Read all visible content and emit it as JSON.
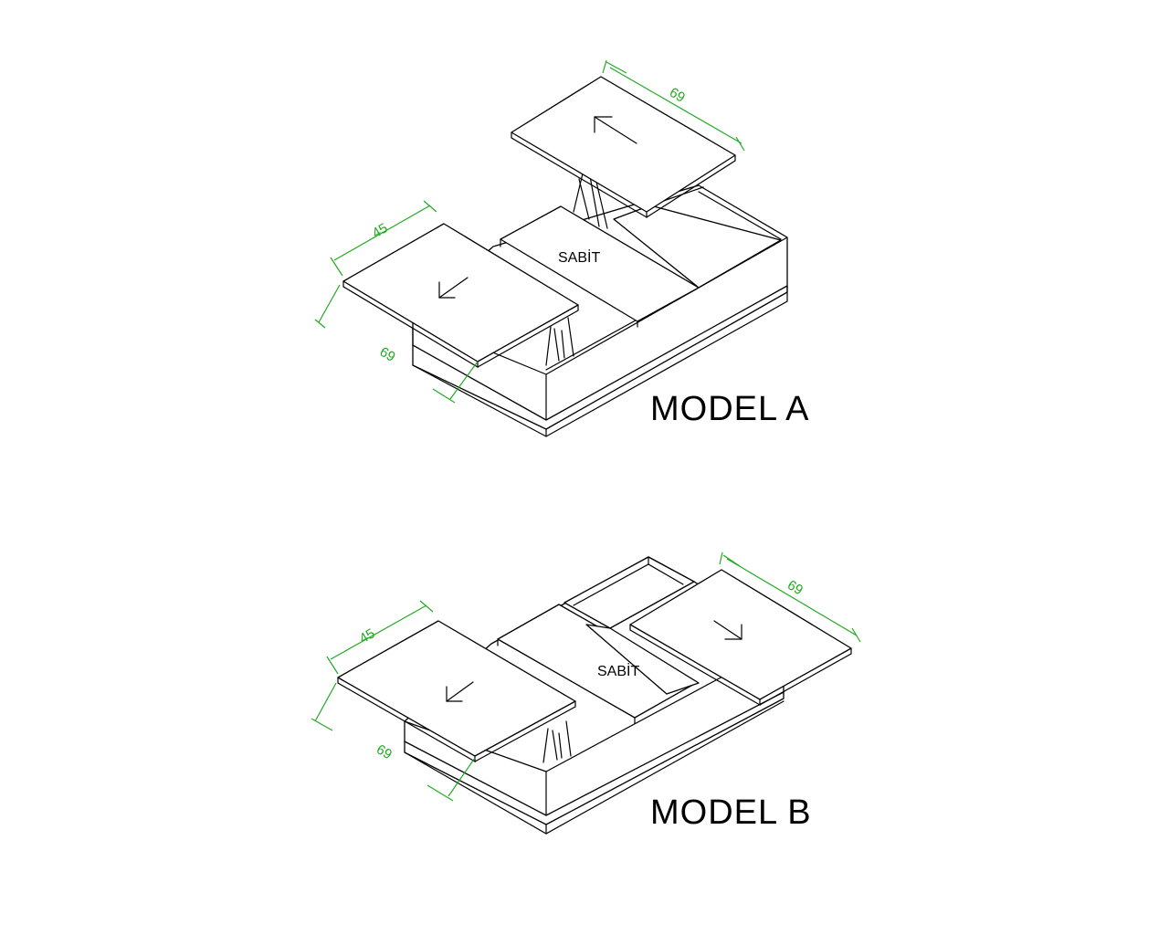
{
  "colors": {
    "background": "#ffffff",
    "outline": "#000000",
    "dimension": "#22aa22"
  },
  "model_a": {
    "title": "MODEL  A",
    "fixed_panel_label": "SABİT",
    "dimensions": {
      "top_width": "69",
      "left_depth": "45",
      "left_width": "69"
    },
    "arrows": [
      "up-left-arrow-icon",
      "down-left-arrow-icon"
    ]
  },
  "model_b": {
    "title": "MODEL  B",
    "fixed_panel_label": "SABİT",
    "dimensions": {
      "right_width": "69",
      "left_depth": "45",
      "left_width": "69"
    },
    "arrows": [
      "down-left-arrow-icon",
      "down-right-arrow-icon"
    ]
  }
}
